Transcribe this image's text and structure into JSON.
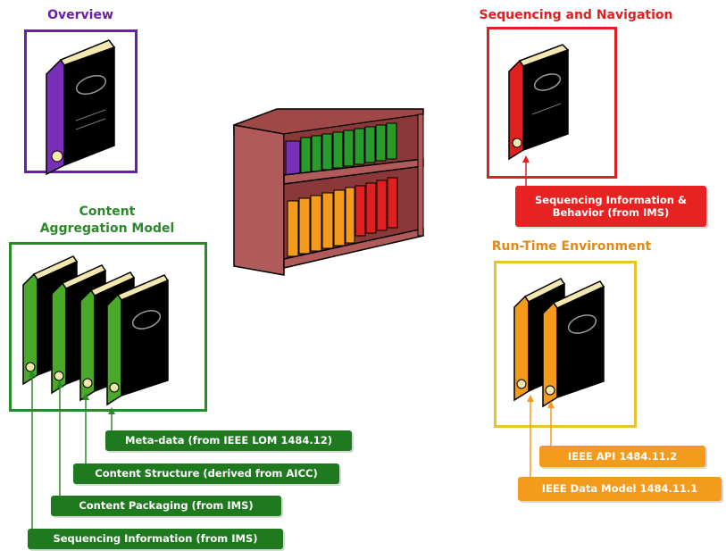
{
  "colors": {
    "overview": "#6a1fa8",
    "cam": "#2a8a2a",
    "seq": "#e02020",
    "rte": "#e8c42a",
    "rte_title": "#e08a1a",
    "green_label": "#1f7a1f",
    "orange_label": "#f49a1c",
    "red_label": "#e62222"
  },
  "overview": {
    "title": "Overview"
  },
  "cam": {
    "title_line1": "Content",
    "title_line2": "Aggregation Model",
    "labels": [
      "Meta-data (from IEEE LOM 1484.12)",
      "Content Structure (derived from AICC)",
      "Content Packaging (from IMS)",
      "Sequencing Information (from IMS)"
    ]
  },
  "seq": {
    "title": "Sequencing and Navigation",
    "label_line1": "Sequencing Information &",
    "label_line2": "Behavior (from IMS)"
  },
  "rte": {
    "title": "Run-Time Environment",
    "labels": [
      "IEEE API 1484.11.2",
      "IEEE Data Model 1484.11.1"
    ]
  }
}
